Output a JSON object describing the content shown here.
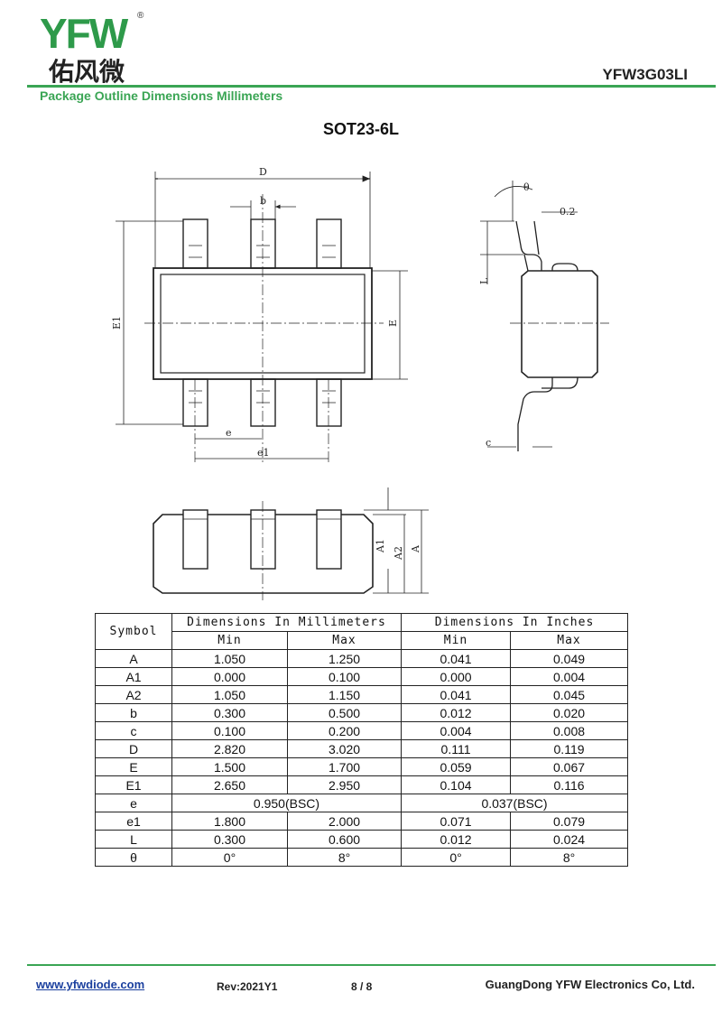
{
  "header": {
    "logo_text": "YFW",
    "logo_cn": "佑风微",
    "registered_mark": "®",
    "part_number": "YFW3G03LI",
    "section_title": "Package Outline Dimensions Millimeters",
    "brand_green": "#2e9a4a",
    "brand_orange": "#e8883a"
  },
  "package_name": "SOT23-6L",
  "drawing_labels": {
    "D": "D",
    "b": "b",
    "E1": "E1",
    "E": "E",
    "e": "e",
    "e1": "e1",
    "theta": "θ",
    "tol": "0.2",
    "L": "L",
    "c": "c",
    "A1": "A1",
    "A2": "A2",
    "A": "A"
  },
  "table": {
    "symbol_header": "Symbol",
    "mm_header": "Dimensions In Millimeters",
    "in_header": "Dimensions In Inches",
    "min": "Min",
    "max": "Max",
    "rows": [
      {
        "sym": "A",
        "mm_min": "1.050",
        "mm_max": "1.250",
        "in_min": "0.041",
        "in_max": "0.049"
      },
      {
        "sym": "A1",
        "mm_min": "0.000",
        "mm_max": "0.100",
        "in_min": "0.000",
        "in_max": "0.004"
      },
      {
        "sym": "A2",
        "mm_min": "1.050",
        "mm_max": "1.150",
        "in_min": "0.041",
        "in_max": "0.045"
      },
      {
        "sym": "b",
        "mm_min": "0.300",
        "mm_max": "0.500",
        "in_min": "0.012",
        "in_max": "0.020"
      },
      {
        "sym": "c",
        "mm_min": "0.100",
        "mm_max": "0.200",
        "in_min": "0.004",
        "in_max": "0.008"
      },
      {
        "sym": "D",
        "mm_min": "2.820",
        "mm_max": "3.020",
        "in_min": "0.111",
        "in_max": "0.119"
      },
      {
        "sym": "E",
        "mm_min": "1.500",
        "mm_max": "1.700",
        "in_min": "0.059",
        "in_max": "0.067"
      },
      {
        "sym": "E1",
        "mm_min": "2.650",
        "mm_max": "2.950",
        "in_min": "0.104",
        "in_max": "0.116"
      },
      {
        "sym": "e",
        "mm_bsc": "0.950(BSC)",
        "in_bsc": "0.037(BSC)"
      },
      {
        "sym": "e1",
        "mm_min": "1.800",
        "mm_max": "2.000",
        "in_min": "0.071",
        "in_max": "0.079"
      },
      {
        "sym": "L",
        "mm_min": "0.300",
        "mm_max": "0.600",
        "in_min": "0.012",
        "in_max": "0.024"
      },
      {
        "sym": "θ",
        "mm_min": "0°",
        "mm_max": "8°",
        "in_min": "0°",
        "in_max": "8°"
      }
    ]
  },
  "footer": {
    "website": "www.yfwdiode.com",
    "revision": "Rev:2021Y1",
    "page": "8 / 8",
    "company": "GuangDong YFW Electronics Co, Ltd."
  }
}
